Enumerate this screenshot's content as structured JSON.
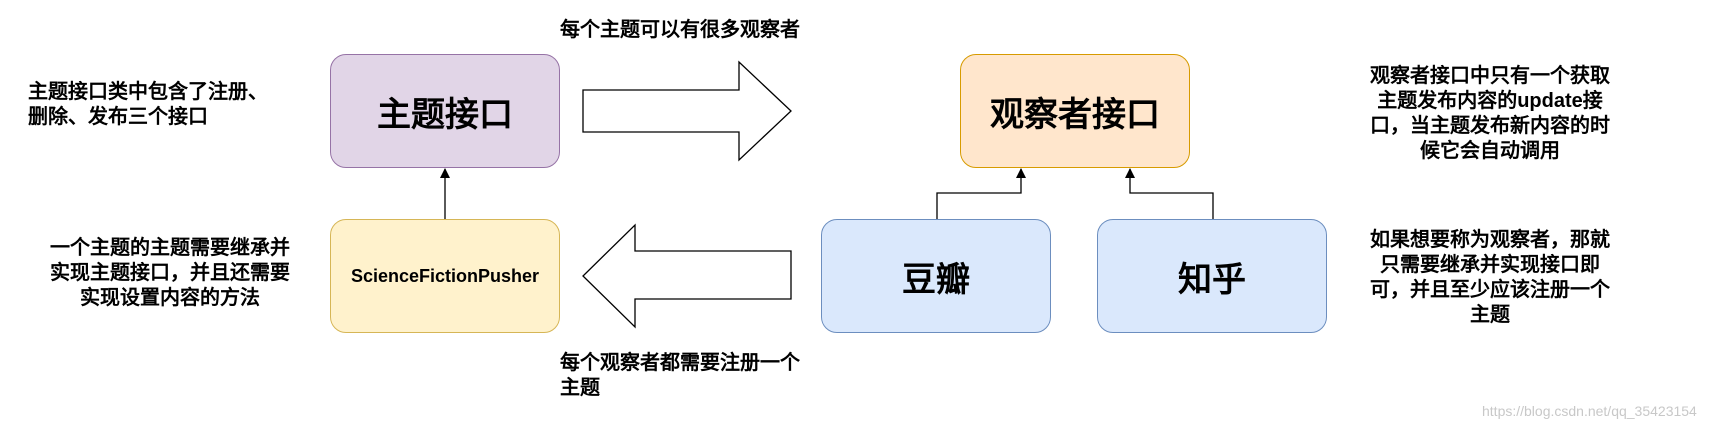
{
  "nodes": {
    "subject_interface": "主题接口",
    "observer_interface": "观察者接口",
    "science_fiction_pusher": "ScienceFictionPusher",
    "douban": "豆瓣",
    "zhihu": "知乎"
  },
  "notes": {
    "subject_interface_note": [
      "主题接口类中包含了注册、",
      "删除、发布三个接口"
    ],
    "top_arrow_note": [
      "每个主题可以有很多观察者"
    ],
    "observer_interface_note": [
      "观察者接口中只有一个获取",
      "主题发布内容的update接",
      "口，当主题发布新内容的时",
      "候它会自动调用"
    ],
    "pusher_note": [
      "一个主题的主题需要继承并",
      "实现主题接口，并且还需要",
      "实现设置内容的方法"
    ],
    "bottom_arrow_note": [
      "每个观察者都需要注册一个",
      "主题"
    ],
    "observer_note": [
      "如果想要称为观察者，那就",
      "只需要继承并实现接口即",
      "可，并且至少应该注册一个",
      "主题"
    ]
  },
  "watermark": "https://blog.csdn.net/qq_35423154",
  "colors": {
    "subject_fill": "#e1d5e7",
    "subject_border": "#9673a6",
    "observer_fill": "#ffe6cc",
    "observer_border": "#d79b00",
    "pusher_fill": "#fff2cc",
    "pusher_border": "#d6b656",
    "concrete_observer_fill": "#dae8fc",
    "concrete_observer_border": "#6c8ebf"
  }
}
